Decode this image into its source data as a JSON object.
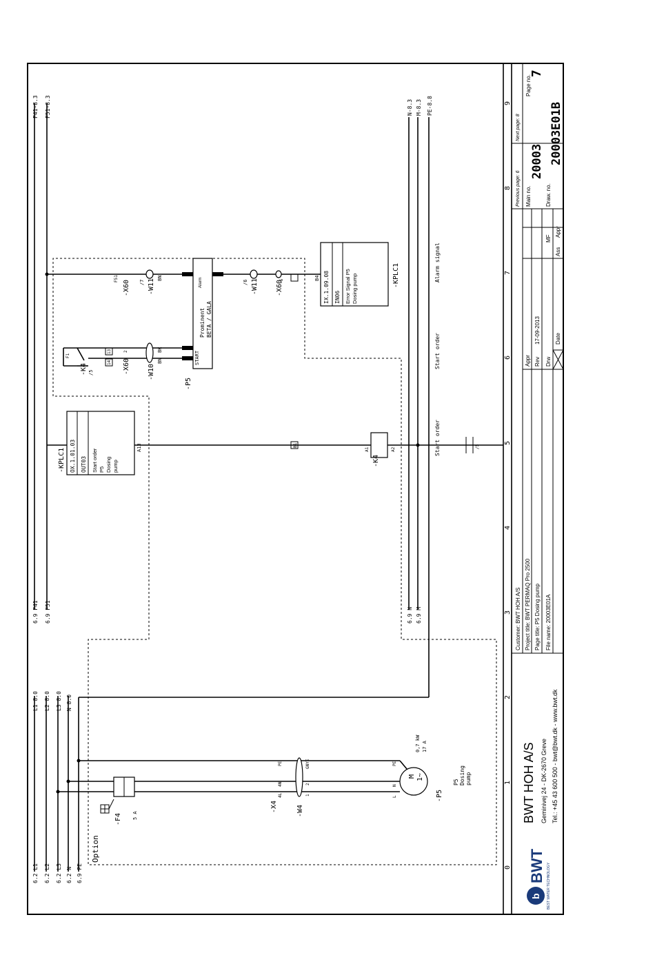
{
  "wire_refs": {
    "f41_right": "F41-8.3",
    "f51_right": "F51-8.3",
    "f41_left": "6.9 F41",
    "f51_left": "6.9 F51",
    "n_right": "N-8.3",
    "m_right": "M-8.3",
    "pe_right": "PE-8.8",
    "n_left": "6.9 N",
    "m_left": "6.9 M",
    "l1_a": "L1 8.0",
    "l2_a": "L2 8.0",
    "l3_a": "L3 8.0",
    "n_a": "N 8.0",
    "l1_b": "6.2 L1",
    "l2_b": "6.2 L2",
    "l3_b": "6.2 L3",
    "n_b": "6.2 N",
    "pe_b": "6.9 PE"
  },
  "components": {
    "kplc_top": {
      "ref": "-KPLC1",
      "addr": "OX.1.01.03",
      "out": "OUT03",
      "desc": [
        "Start order",
        "P5",
        "Dosing",
        "pump"
      ],
      "pin": "A13"
    },
    "kplc_bottom": {
      "ref": "-KPLC1",
      "addr": "IX.1.09.08",
      "in": "IN06",
      "desc": [
        "Error Signal P5",
        "Dosing pump"
      ],
      "pin": "B4"
    },
    "k4_coil": {
      "ref": "-K4",
      "a1": "A1",
      "a2": "A2",
      "ref_pin": "B1"
    },
    "k4_contact": {
      "ref": "-K4",
      "sub": "/5",
      "pin13": "13",
      "pin14": "14",
      "f1": "F1"
    },
    "pump_p5": {
      "ref": "-P5",
      "brand": "Prominent",
      "model": "BETA / GALA",
      "start": "START",
      "alarm": "Alarm"
    },
    "x60_top": {
      "ref": "-X60",
      "pin": "F51",
      "pin2": "2"
    },
    "x60_bottom": {
      "ref": "-X60",
      "pin": "-6"
    },
    "w10": {
      "ref": "-W10",
      "bk": "BK",
      "bn": "BN"
    },
    "w11_top": {
      "ref": "-W11",
      "sub": "/7",
      "bn": "BN"
    },
    "w11_bottom": {
      "ref": "-W11",
      "sub": "/6"
    },
    "f4": {
      "ref": "-F4",
      "rating": "5 A"
    },
    "x4": {
      "ref": "-X4",
      "pins": [
        "PE",
        "4N",
        "4L"
      ]
    },
    "w4": {
      "ref": "-W4",
      "gnye": "GNYE",
      "c1": "1",
      "c2": "2"
    },
    "motor": {
      "ref": "-P5",
      "symbol": "M",
      "phase": "1~",
      "power": "0,7 kW",
      "current": "17 A",
      "desc": [
        "P5",
        "Dosing",
        "pump"
      ],
      "pins": [
        "PE",
        "N",
        "L"
      ]
    },
    "option": "Option"
  },
  "signals": {
    "start_order_1": "Start order",
    "start_order_2": "Start order",
    "alarm_signal": "Alarm signal",
    "k4_ref": "/5"
  },
  "columns": [
    "0",
    "1",
    "2",
    "3",
    "4",
    "5",
    "6",
    "7",
    "8",
    "9"
  ],
  "title_block": {
    "company": "BWT HOH A/S",
    "address": "Geminivej 24 - DK-2670 Greve",
    "contact": "Tel.: +45 43 600 500 - bwt@bwt.dk - www.bwt.dk",
    "logo_text": "BWT",
    "logo_tag": "BEST WATER TECHNOLOGY",
    "customer": "Customer: BWT HOH A/S",
    "project": "Project title: BWT PERMAQ Pro 2500",
    "page_title": "Page title: P5 Dosing pump",
    "file_name": "File name: 20003E01A",
    "appr": "Appr",
    "rev": "Rev",
    "rev_date": "17-09-2013",
    "drw": "Drw",
    "date": "Date",
    "mf": "MF",
    "ass": "Ass",
    "appr2": "Appr",
    "prev_page": "Previous page: 6",
    "next_page": "Next page: 8",
    "main_no_label": "Main no.",
    "main_no": "20003",
    "page_no_label": "Page no.",
    "page_no": "7",
    "draw_no_label": "Draw. no.",
    "draw_no": "20003E01B"
  }
}
